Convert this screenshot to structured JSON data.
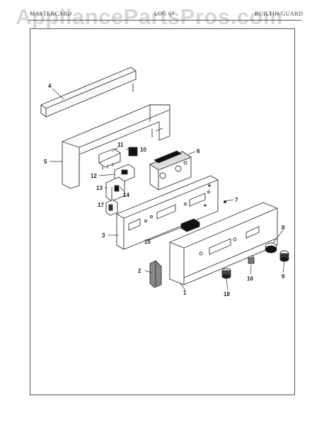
{
  "header": {
    "left": "MASTERCARD",
    "middle": "LOC 07",
    "right": "BUILTIN/GUARD"
  },
  "watermark": "AppliancePartsPros.com",
  "part_labels": {
    "p1": "1",
    "p2": "2",
    "p3": "3",
    "p4": "4",
    "p5": "5",
    "p6": "6",
    "p7": "7",
    "p8": "8",
    "p9": "9",
    "p10": "10",
    "p11": "11",
    "p12": "12",
    "p13": "13",
    "p14": "14",
    "p15": "15",
    "p16": "16",
    "p17": "17",
    "p18": "18"
  },
  "colors": {
    "line": "#333333",
    "frame": "#555555"
  }
}
